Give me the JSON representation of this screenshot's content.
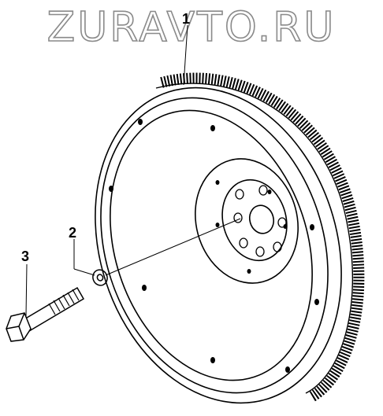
{
  "watermark": {
    "text": "ZURAVTO.RU"
  },
  "callouts": [
    {
      "label": "1"
    },
    {
      "label": "2"
    },
    {
      "label": "3"
    }
  ],
  "colors": {
    "line": "#000000",
    "watermark_stroke": "#8a8a8a",
    "background": "#ffffff"
  }
}
